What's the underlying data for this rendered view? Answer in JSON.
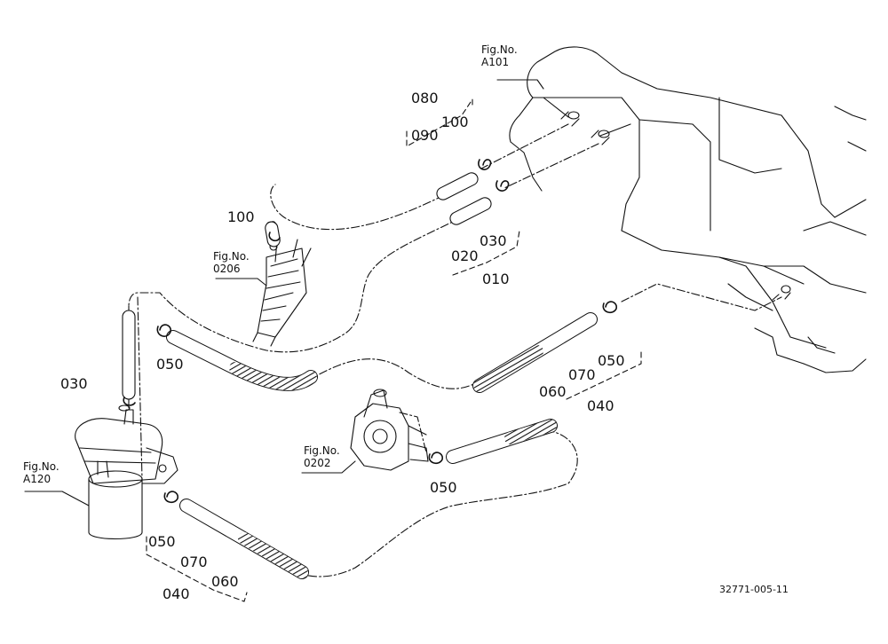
{
  "fig_refs": {
    "a101": {
      "fig": "Fig.No.",
      "no": "A101"
    },
    "f0206": {
      "fig": "Fig.No.",
      "no": "0206"
    },
    "a120": {
      "fig": "Fig.No.",
      "no": "A120"
    },
    "f0202": {
      "fig": "Fig.No.",
      "no": "0202"
    }
  },
  "parts": {
    "p080": "080",
    "p090": "090",
    "p100_top": "100",
    "p100_left": "100",
    "p020": "020",
    "p030_right": "030",
    "p010": "010",
    "p030_left": "030",
    "p050_upper_left": "050",
    "p050_upper_right": "050",
    "p070_right": "070",
    "p060_right": "060",
    "p040_right": "040",
    "p050_pump": "050",
    "p050_lower": "050",
    "p070_lower": "070",
    "p060_lower": "060",
    "p040_lower": "040"
  },
  "drawing_no": "32771-005-11",
  "colors": {
    "line": "#111111",
    "background": "#ffffff"
  }
}
